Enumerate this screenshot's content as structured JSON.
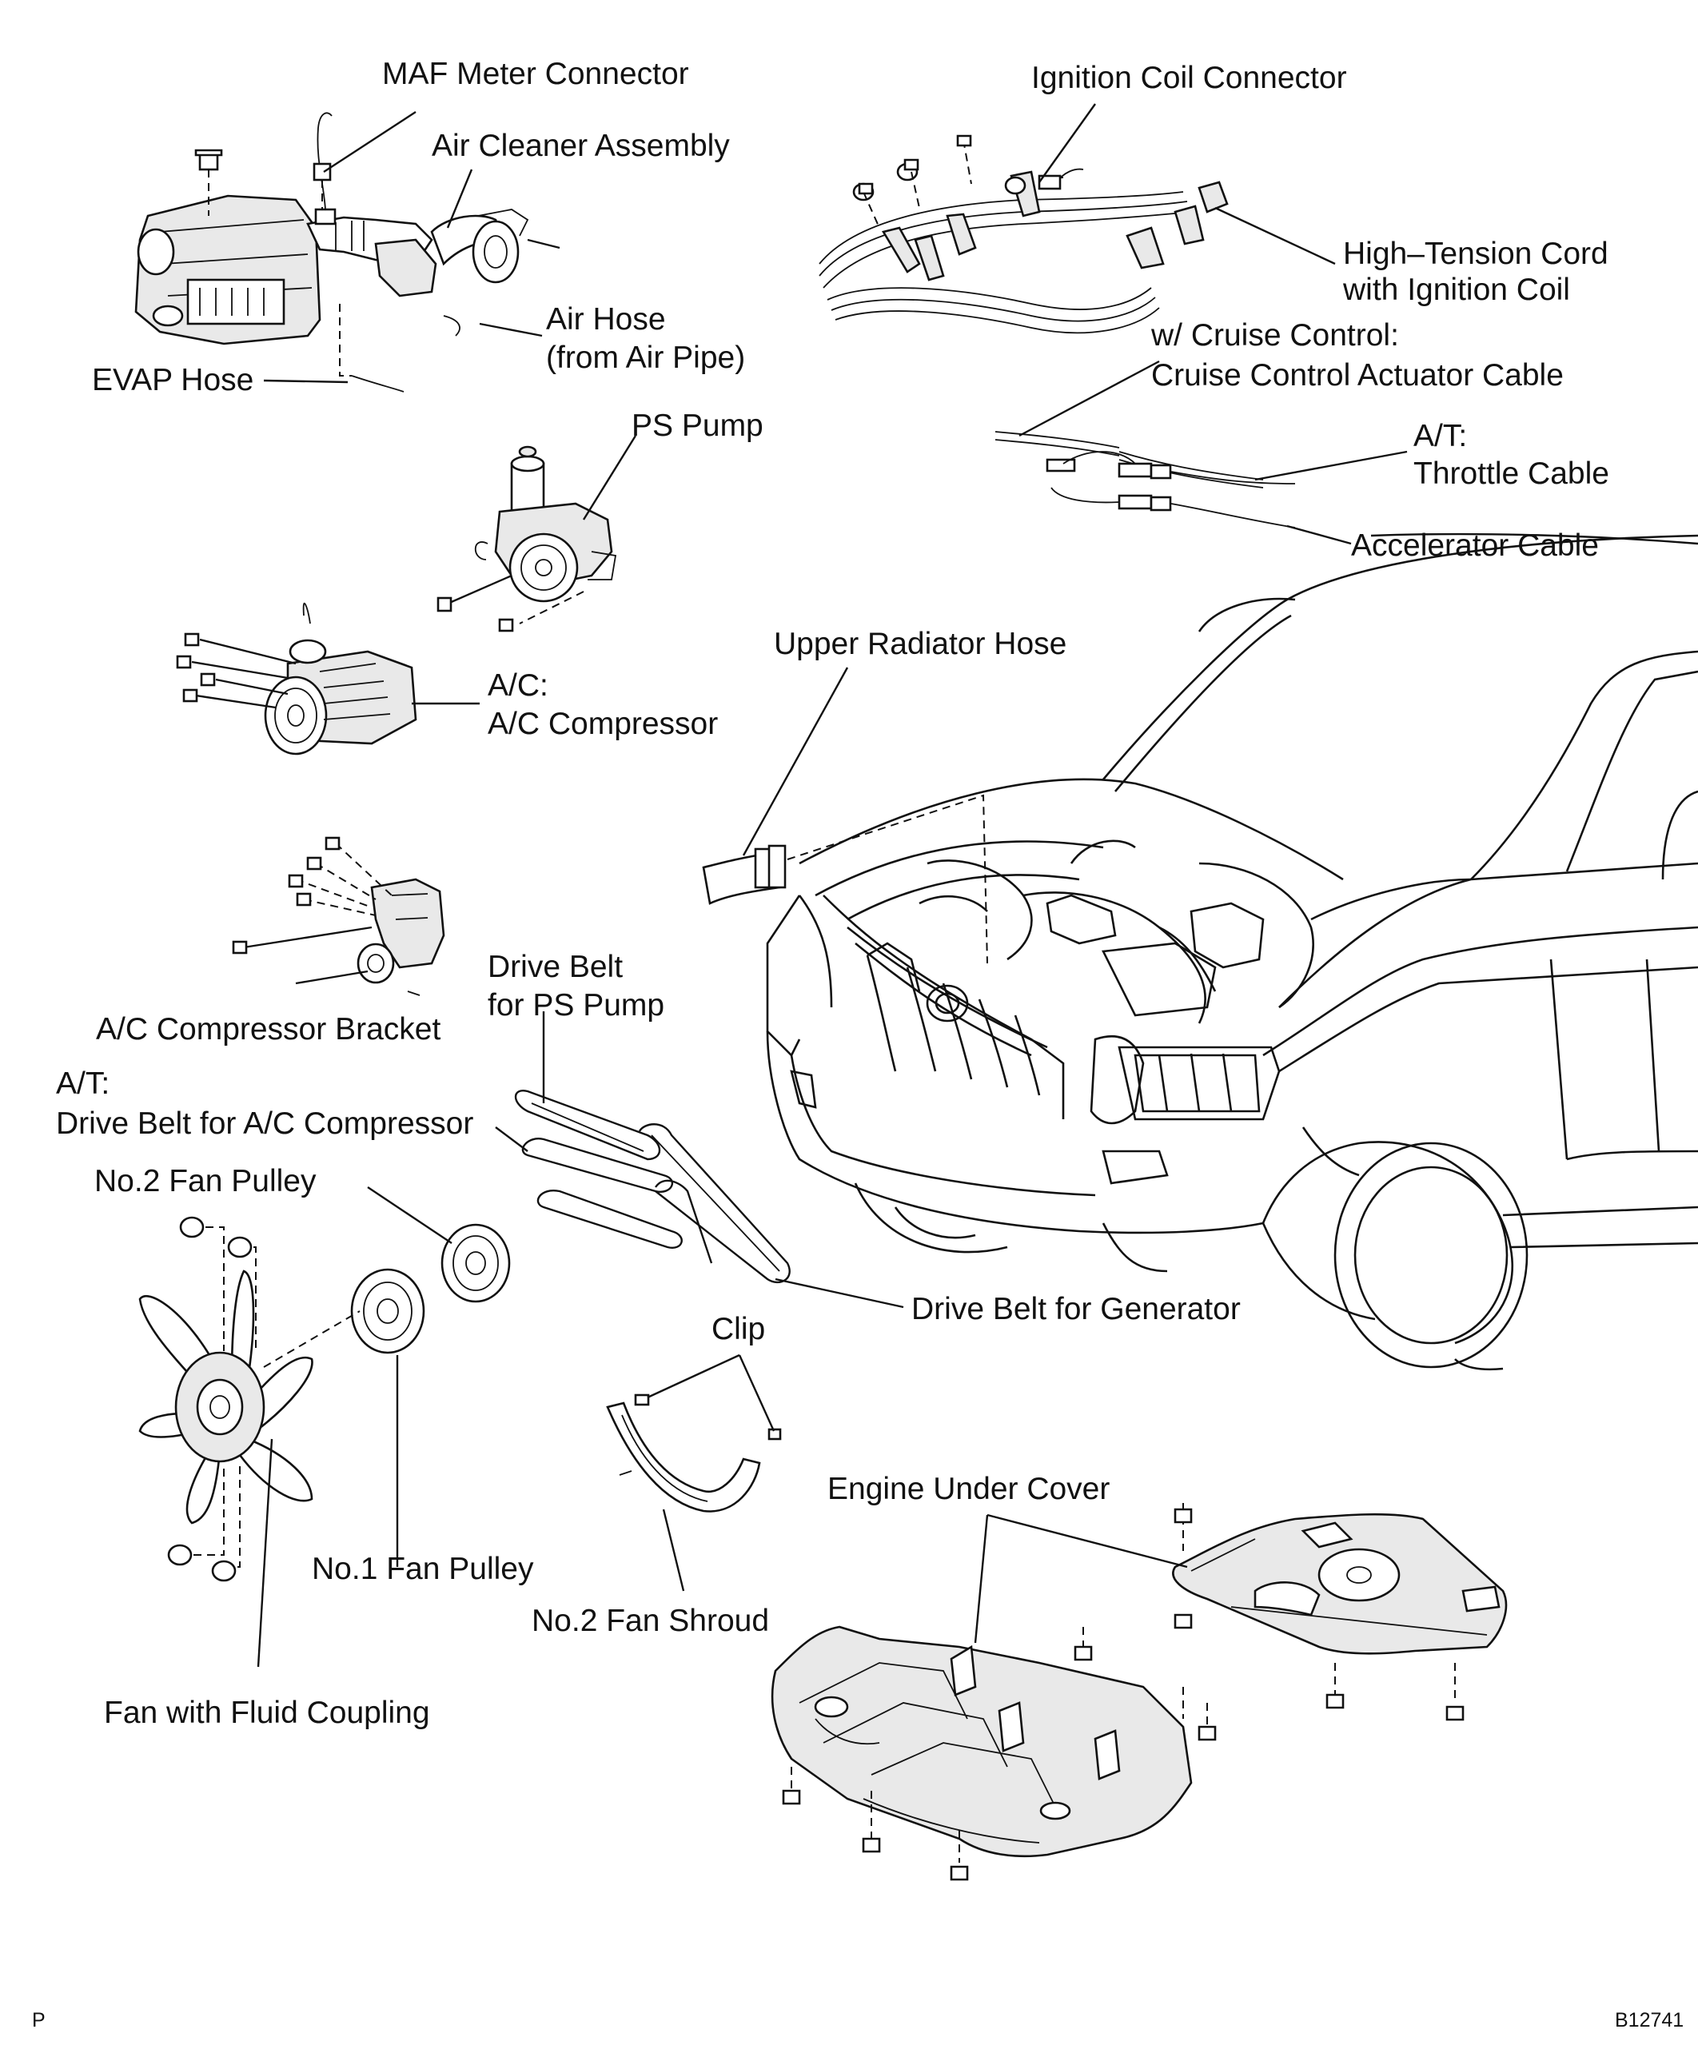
{
  "labels": {
    "maf_meter_connector": "MAF Meter Connector",
    "air_cleaner_assembly": "Air Cleaner Assembly",
    "air_hose_line1": "Air Hose",
    "air_hose_line2": "(from Air Pipe)",
    "evap_hose": "EVAP Hose",
    "ignition_coil_connector": "Ignition Coil Connector",
    "high_tension_cord_line1": "High–Tension Cord",
    "high_tension_cord_line2": "with Ignition Coil",
    "cruise_control_line1": "w/ Cruise Control:",
    "cruise_control_line2": "Cruise Control Actuator Cable",
    "throttle_cable_line1": "A/T:",
    "throttle_cable_line2": "Throttle Cable",
    "accelerator_cable": "Accelerator Cable",
    "ps_pump": "PS Pump",
    "ac_compressor_line1": "A/C:",
    "ac_compressor_line2": "A/C Compressor",
    "upper_radiator_hose": "Upper Radiator Hose",
    "ac_compressor_bracket": "A/C Compressor Bracket",
    "drive_belt_ps_line1": "Drive Belt",
    "drive_belt_ps_line2": "for PS Pump",
    "drive_belt_ac_line1": "A/T:",
    "drive_belt_ac_line2": "Drive Belt for A/C Compressor",
    "no2_fan_pulley": "No.2 Fan Pulley",
    "drive_belt_generator": "Drive Belt for Generator",
    "clip": "Clip",
    "engine_under_cover": "Engine Under Cover",
    "no1_fan_pulley": "No.1 Fan Pulley",
    "no2_fan_shroud": "No.2 Fan Shroud",
    "fan_with_fluid_coupling": "Fan with Fluid Coupling"
  },
  "footer": {
    "left_mark": "P",
    "figure_code": "B12741"
  }
}
